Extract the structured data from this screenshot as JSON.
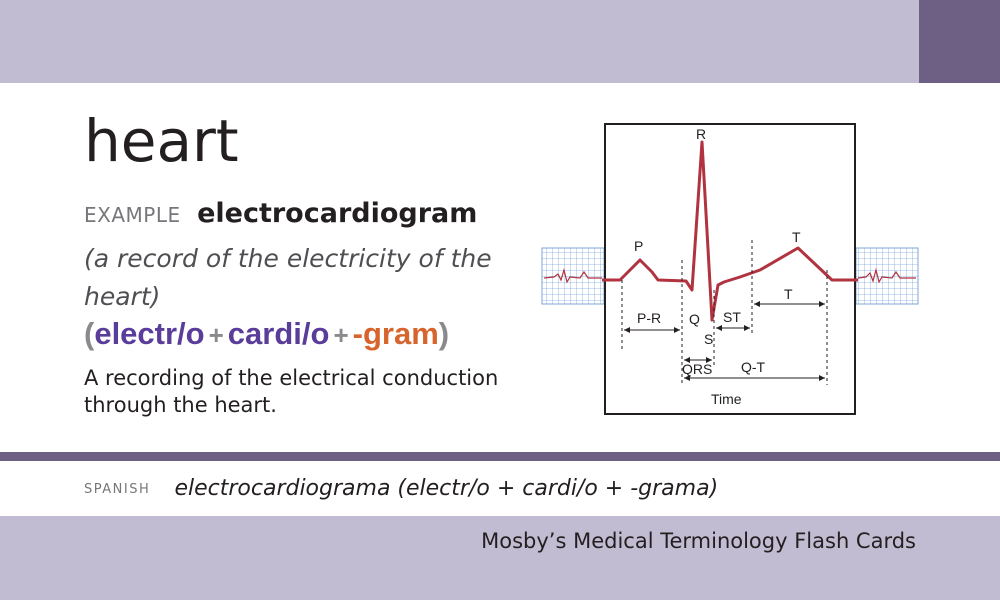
{
  "card": {
    "term": "heart",
    "example_label": "EXAMPLE",
    "example_word": "electrocardiogram",
    "definition": "(a record of the electricity of the heart)",
    "parts": {
      "open": "(",
      "part1": "electr/o",
      "plus1": "+",
      "part2": "cardi/o",
      "plus2": "+",
      "part3": "-gram",
      "close": ")"
    },
    "description": "A recording of the electrical conduction through the heart.",
    "spanish_label": "SPANISH",
    "spanish_text": "electrocardiograma (electr/o + cardi/o + -grama)",
    "brand": "Mosby’s Medical Terminology Flash Cards"
  },
  "ecg": {
    "labels": {
      "R": "R",
      "P": "P",
      "T_peak": "T",
      "T_interval": "T",
      "PR": "P-R",
      "Q": "Q",
      "ST": "ST",
      "S": "S",
      "QRS": "QRS",
      "QT": "Q-T",
      "time": "Time"
    }
  },
  "colors": {
    "band": "#c2bcd3",
    "accent": "#6e5f84",
    "root": "#5a3d9b",
    "suffix": "#d8642d",
    "wave": "#b0333f",
    "grid": "#7fa6d8"
  }
}
